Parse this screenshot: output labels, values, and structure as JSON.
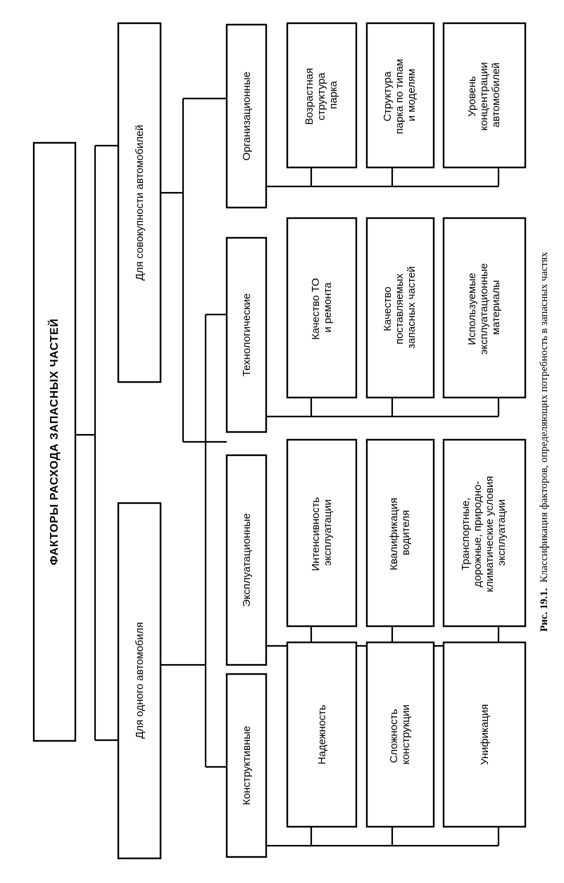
{
  "root": {
    "label": "ФАКТОРЫ РАСХОДА ЗАПАСНЫХ ЧАСТЕЙ"
  },
  "levels": {
    "single": "Для одного автомобиля",
    "fleet": "Для совокупности автомобилей"
  },
  "groups": [
    {
      "id": "constructive",
      "label": "Конструктивные",
      "items": [
        [
          "Надежность"
        ],
        [
          "Сложность",
          "конструкции"
        ],
        [
          "Унификация"
        ]
      ]
    },
    {
      "id": "operational",
      "label": "Эксплуатационные",
      "items": [
        [
          "Интенсивность",
          "эксплуатации"
        ],
        [
          "Квалификация",
          "водителя"
        ],
        [
          "Транспортные,",
          "дорожные, природно-",
          "климатические условия",
          "эксплуатации"
        ]
      ]
    },
    {
      "id": "technological",
      "label": "Технологические",
      "items": [
        [
          "Качество ТО",
          "и ремонта"
        ],
        [
          "Качество",
          "поставляемых",
          "запасных частей"
        ],
        [
          "Используемые",
          "эксплуатационные",
          "материалы"
        ]
      ]
    },
    {
      "id": "organizational",
      "label": "Организационные",
      "items": [
        [
          "Возрастная",
          "структура",
          "парка"
        ],
        [
          "Структура",
          "парка по типам",
          "и моделям"
        ],
        [
          "Уровень",
          "концентрации",
          "автомобилей"
        ]
      ]
    }
  ],
  "caption": {
    "number": "Рис. 19.1.",
    "text": "Классификация факторов, определяющих потребность в запасных частях"
  }
}
